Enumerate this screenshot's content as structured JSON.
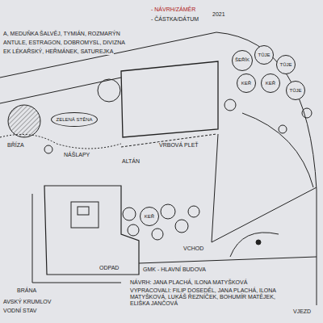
{
  "diagram": {
    "nodes": [
      {
        "text": [
          "ŠEŘÍK"
        ]
      },
      {
        "text": [
          "TŮJE"
        ]
      },
      {
        "text": [
          "TŮJE"
        ]
      },
      {
        "text": [
          "KEŘ"
        ]
      },
      {
        "text": [
          "KEŘ"
        ]
      },
      {
        "text": [
          "TŮJE"
        ]
      },
      {
        "text": [
          "ZELENÁ STĚNA"
        ]
      },
      {
        "text": [
          "KEŘ"
        ]
      }
    ],
    "edges": [],
    "labels": [
      "A, MEDUŇKA ŠALVĚJ, TYMIÁN, ROZMARÝN",
      "ANTULE, ESTRAGON, DOBROMYSL, DIVIZNA",
      "EK LÉKAŘSKÝ, HEŘMÁNEK, SATUREJKA",
      "- NÁVRH/ZÁMĚR",
      "- ČÁSTKA/DÁTUM",
      "2021",
      "BŘÍZA",
      "NÁŠLAPY",
      "VRBOVÁ PLEŤ",
      "ALTÁN",
      "VCHOD",
      "GMK - HLAVNÍ BUDOVA",
      "VJEZD",
      "ODPAD",
      "BRÁNA",
      "NÁVRH: JANA PLACHÁ, ILONA MATYŠKOVÁ",
      "VYPRACOVALI: FILIP DOSEDĚL, JANA PLACHÁ, ILONA MATYŠKOVÁ, LUKÁŠ ŘEZNÍČEK, BOHUMÍR MATĚJEK, ELIŠKA JANČOVÁ",
      "AVSKÝ KRUMLOV",
      "VODNÍ STAV"
    ]
  }
}
